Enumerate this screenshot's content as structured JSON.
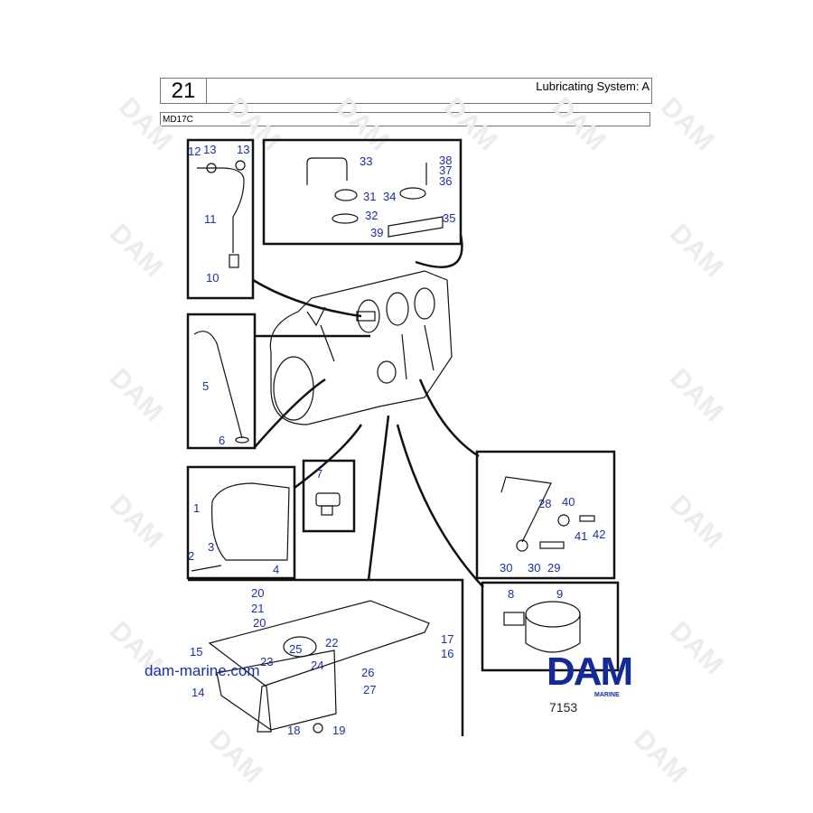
{
  "header": {
    "group_number": "21",
    "title": "Lubricating System: A",
    "model": "MD17C"
  },
  "watermark": "DAM",
  "footer": {
    "site": "dam-marine.com",
    "logo": "DAM",
    "logo_sub": "MARINE",
    "drawing_number": "7153"
  },
  "callouts": [
    "1",
    "2",
    "3",
    "4",
    "5",
    "6",
    "7",
    "8",
    "9",
    "10",
    "11",
    "12",
    "13",
    "13",
    "14",
    "15",
    "16",
    "17",
    "18",
    "19",
    "20",
    "20",
    "21",
    "22",
    "23",
    "24",
    "25",
    "26",
    "27",
    "28",
    "29",
    "30",
    "30",
    "31",
    "32",
    "33",
    "34",
    "35",
    "36",
    "37",
    "38",
    "39",
    "40",
    "41",
    "42"
  ],
  "colors": {
    "callout": "#1a2fa8",
    "logo": "#142a99"
  }
}
